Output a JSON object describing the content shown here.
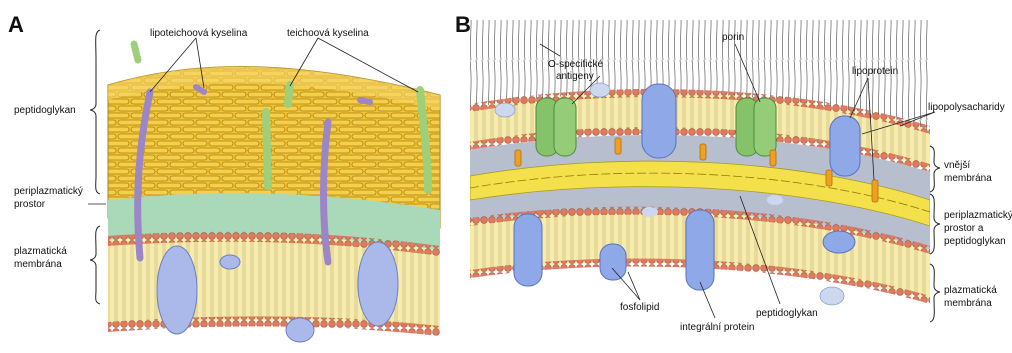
{
  "panel_a": {
    "letter": "A",
    "labels": {
      "lipoteichoic": "lipoteichoová kyselina",
      "teichoic": "teichoová kyselina",
      "peptidoglycan": "peptidoglykan",
      "periplasmic_1": "periplazmatický",
      "periplasmic_2": "prostor",
      "plasma_1": "plazmatická",
      "plasma_2": "membrána"
    }
  },
  "panel_b": {
    "letter": "B",
    "labels": {
      "o_antigen_1": "O-specifické",
      "o_antigen_2": "antigeny",
      "porin": "porin",
      "lipoprotein": "lipoprotein",
      "lps": "lipopolysacharidy",
      "outer_1": "vnější",
      "outer_2": "membrána",
      "peri_1": "periplazmatický",
      "peri_2": "prostor a",
      "peri_3": "peptidoglykan",
      "plasma_1": "plazmatická",
      "plasma_2": "membrána",
      "phospholipid": "fosfolipid",
      "integral": "integrální protein",
      "peptidoglycan": "peptidoglykan"
    }
  },
  "colors": {
    "peptidoglycan_fill": "#f2c230",
    "peptidoglycan_line": "#a8821a",
    "periplasm": "#a9d9b8",
    "membrane_core": "#f6ecb0",
    "lipid_head": "#e07a5f",
    "protein_blue": "#8fa8e8",
    "porin_green": "#86c26a",
    "lipoprotein_orange": "#f0a020",
    "periplasm_gray": "#b7bfcf"
  }
}
